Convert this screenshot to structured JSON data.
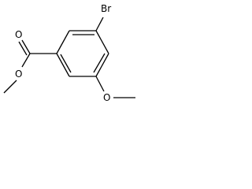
{
  "molecule": {
    "atoms": {
      "bromine": "Br",
      "carbonyl_oxygen": "O",
      "ester_oxygen": "O",
      "ether_oxygen": "O"
    },
    "colors": {
      "bond": "#000000",
      "label": "#000000",
      "background": "#ffffff"
    }
  }
}
